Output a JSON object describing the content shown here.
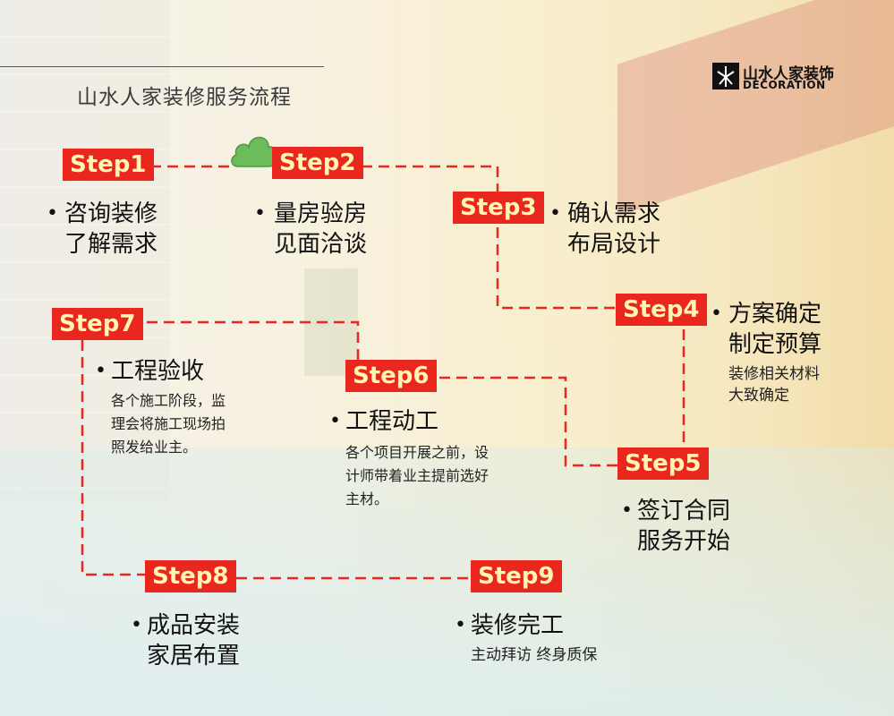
{
  "title": "山水人家装修服务流程",
  "logo": {
    "cn": "山水人家装饰",
    "en": "DECORATION"
  },
  "bullet": "•",
  "steps": [
    {
      "label": "Step1",
      "lines": [
        "咨询装修",
        "了解需求"
      ]
    },
    {
      "label": "Step2",
      "lines": [
        "量房验房",
        "见面洽谈"
      ]
    },
    {
      "label": "Step3",
      "lines": [
        "确认需求",
        "布局设计"
      ]
    },
    {
      "label": "Step4",
      "lines": [
        "方案确定",
        "制定预算"
      ],
      "note": [
        "装修相关材料",
        "大致确定"
      ]
    },
    {
      "label": "Step5",
      "lines": [
        "签订合同",
        "服务开始"
      ]
    },
    {
      "label": "Step6",
      "lines": [
        "工程动工"
      ],
      "note": [
        "各个项目开展之前，设",
        "计师带着业主提前选好",
        "主材。"
      ]
    },
    {
      "label": "Step7",
      "lines": [
        "工程验收"
      ],
      "note": [
        "各个施工阶段，监",
        "理会将施工现场拍",
        "照发给业主。"
      ]
    },
    {
      "label": "Step8",
      "lines": [
        "成品安装",
        "家居布置"
      ]
    },
    {
      "label": "Step9",
      "lines": [
        "装修完工"
      ],
      "note": [
        "主动拜访 终身质保"
      ]
    }
  ],
  "colors": {
    "step_bg": "#e9271f",
    "step_text": "#fff7b0",
    "connector": "#e9271f",
    "cloud": "#6cbb5c"
  },
  "icons": {
    "decor": "cloud-icon",
    "logo": "logo-mark-icon"
  }
}
